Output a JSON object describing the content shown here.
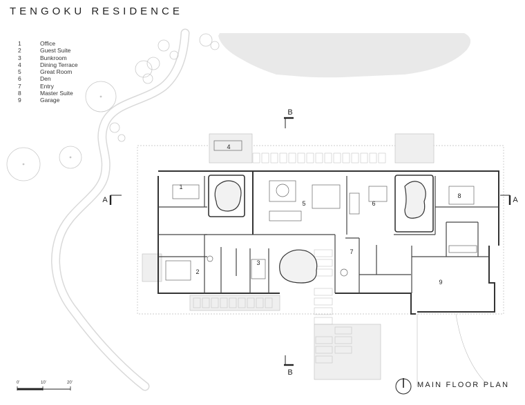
{
  "title": "TENGOKU RESIDENCE",
  "legend": [
    {
      "num": "1",
      "label": "Office"
    },
    {
      "num": "2",
      "label": "Guest Suite"
    },
    {
      "num": "3",
      "label": "Bunkroom"
    },
    {
      "num": "4",
      "label": "Dining Terrace"
    },
    {
      "num": "5",
      "label": "Great Room"
    },
    {
      "num": "6",
      "label": "Den"
    },
    {
      "num": "7",
      "label": "Entry"
    },
    {
      "num": "8",
      "label": "Master Suite"
    },
    {
      "num": "9",
      "label": "Garage"
    }
  ],
  "room_tags": [
    "1",
    "2",
    "3",
    "4",
    "5",
    "6",
    "7",
    "8",
    "9"
  ],
  "section_marks": {
    "a_left": "A",
    "a_right": "A",
    "b_top": "B",
    "b_bottom": "B"
  },
  "scale": {
    "labels": [
      "0'",
      "10'",
      "20'"
    ]
  },
  "plan_title": "MAIN FLOOR PLAN",
  "colors": {
    "wall": "#333333",
    "light": "#d9d9d9",
    "water": "#e8e8e8",
    "deck": "#e6e6e6"
  }
}
